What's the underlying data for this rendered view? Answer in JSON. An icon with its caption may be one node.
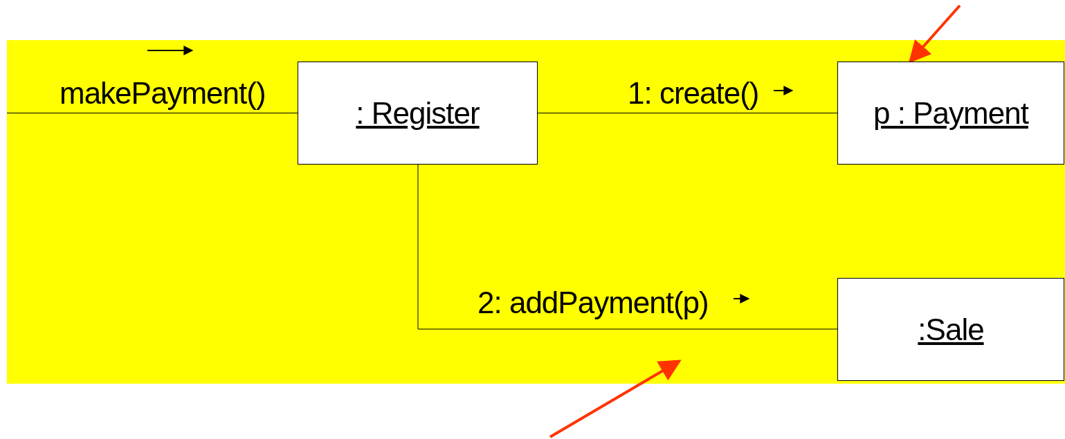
{
  "diagram": {
    "nodes": [
      {
        "text": [
          ": Register"
        ]
      },
      {
        "text": [
          "p : Payment"
        ]
      },
      {
        "text": [
          ":Sale"
        ]
      }
    ],
    "edges": [
      {
        "from": null,
        "to": 0,
        "arrow": "none",
        "label": "makePayment()"
      },
      {
        "from": 0,
        "to": 1,
        "arrow": "none",
        "label": "1: create()"
      },
      {
        "from": 0,
        "to": 2,
        "arrow": "none",
        "label": "2: addPayment(p)"
      },
      {
        "from": null,
        "to": 1,
        "arrow": "to",
        "style": "thick",
        "color": "#ff3300"
      }
    ]
  }
}
